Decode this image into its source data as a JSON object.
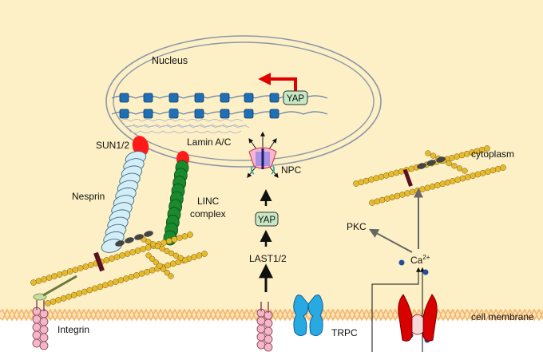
{
  "labels": {
    "nucleus": "Nucleus",
    "sun": "SUN1/2",
    "lamin": "Lamin A/C",
    "nesprin": "Nesprin",
    "linc_line1": "LINC",
    "linc_line2": "complex",
    "npc": "NPC",
    "yap_nuclear": "YAP",
    "yap_cyto": "YAP",
    "last": "LAST1/2",
    "integrin": "Integrin",
    "cytoplasm": "cytoplasm",
    "pkc": "PKC",
    "ca": "Ca",
    "ca_sup": "2+",
    "trpc": "TRPC",
    "cell_membrane": "cell membrane"
  },
  "colors": {
    "cytoplasm_fill": "#fdf0c6",
    "membrane": "#f2b66a",
    "actin": "#e8ba2b",
    "actin_dark": "#6b5a1a",
    "sun": "#ff1a1a",
    "nesprin": "#d5edf7",
    "linc": "#1a8a2e",
    "yap_box": "#c7e8c4",
    "arrow_red": "#e00000",
    "trpc_blue": "#27a9e1",
    "channel_red": "#d90000",
    "integrin": "#f2b8c8",
    "chromatin": "#1f6fb5",
    "calcium": "#1f4f9e"
  }
}
